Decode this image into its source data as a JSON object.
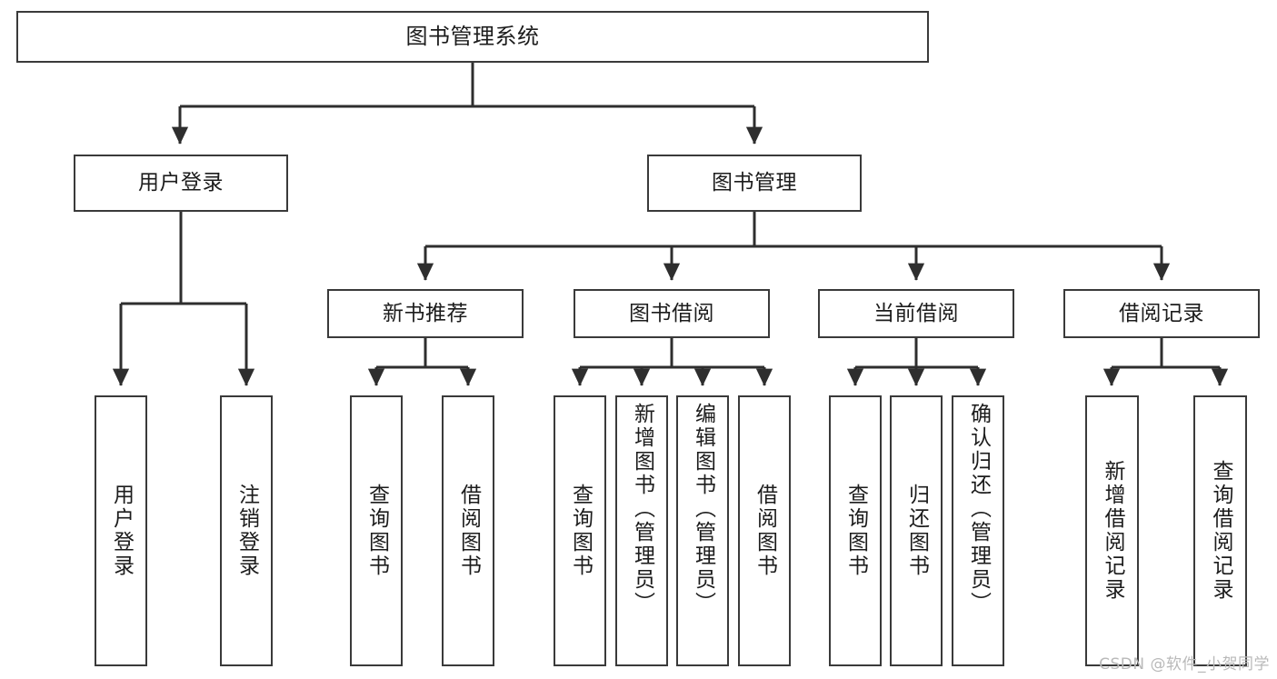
{
  "diagram": {
    "kind": "function-structure-tree",
    "title": "图书管理系统",
    "stroke_color": "#3a3a3a",
    "fill_color": "#ffffff",
    "text_color": "#1c1c1c"
  },
  "nodes": {
    "root": {
      "label": "图书管理系统"
    },
    "level2": [
      {
        "id": "user-login",
        "label": "用户登录"
      },
      {
        "id": "book-manage",
        "label": "图书管理"
      }
    ],
    "level3": [
      {
        "id": "new-book-recommend",
        "label": "新书推荐"
      },
      {
        "id": "book-borrow",
        "label": "图书借阅"
      },
      {
        "id": "current-borrow",
        "label": "当前借阅"
      },
      {
        "id": "borrow-record",
        "label": "借阅记录"
      }
    ],
    "leaves": {
      "user-login": [
        {
          "id": "leaf-user-login",
          "label": "用户登录"
        },
        {
          "id": "leaf-logout",
          "label": "注销登录"
        }
      ],
      "new-book-recommend": [
        {
          "id": "leaf-query-book-1",
          "label": "查询图书"
        },
        {
          "id": "leaf-borrow-book-1",
          "label": "借阅图书"
        }
      ],
      "book-borrow": [
        {
          "id": "leaf-query-book-2",
          "label": "查询图书"
        },
        {
          "id": "leaf-add-book",
          "label": "新增图书（管理员）"
        },
        {
          "id": "leaf-edit-book",
          "label": "编辑图书（管理员）"
        },
        {
          "id": "leaf-borrow-book-2",
          "label": "借阅图书"
        }
      ],
      "current-borrow": [
        {
          "id": "leaf-query-book-3",
          "label": "查询图书"
        },
        {
          "id": "leaf-return-book",
          "label": "归还图书"
        },
        {
          "id": "leaf-confirm-return",
          "label": "确认归还（管理员）"
        }
      ],
      "borrow-record": [
        {
          "id": "leaf-add-record",
          "label": "新增借阅记录"
        },
        {
          "id": "leaf-query-record",
          "label": "查询借阅记录"
        }
      ]
    }
  },
  "watermark": {
    "text": "CSDN @软件_小贺同学"
  }
}
